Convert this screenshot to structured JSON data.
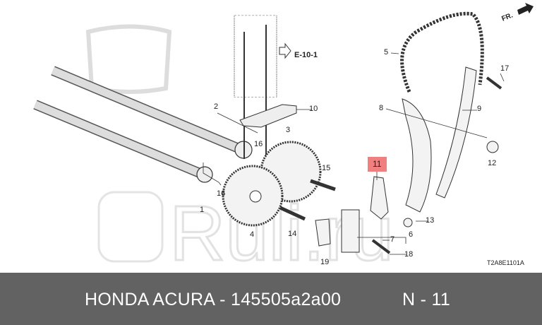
{
  "diagram": {
    "direction_marker": "FR.",
    "reference": "E-10-1",
    "drawing_code": "T2A8E1101A",
    "highlighted_callout": "11",
    "highlight_color": "#f08080",
    "watermark": "Ruli.ru",
    "callouts": [
      "1",
      "2",
      "3",
      "4",
      "5",
      "6",
      "7",
      "8",
      "9",
      "10",
      "11",
      "12",
      "13",
      "14",
      "15",
      "16",
      "16",
      "17",
      "18",
      "19"
    ]
  },
  "caption": {
    "title": "HONDA ACURA - 145505a2a00",
    "position": "N - 11",
    "background": "#626262"
  }
}
